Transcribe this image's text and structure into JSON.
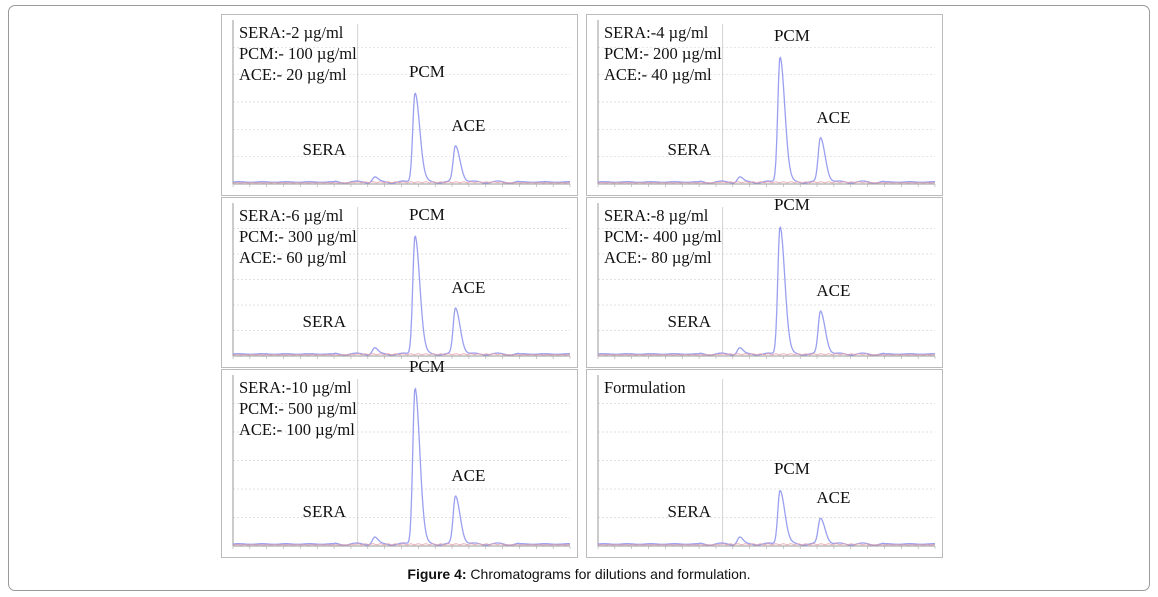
{
  "colors": {
    "trace": "#9a9ff0",
    "baseline_noise": "#e8a0a8",
    "grid": "#d8d8d8",
    "panel_border": "#bbbbbb"
  },
  "caption": {
    "label": "Figure 4:",
    "text": " Chromatograms for dilutions and formulation."
  },
  "chart_data": [
    {
      "type": "line",
      "conditions": [
        "SERA:-2 µg/ml",
        "PCM:- 100 µg/ml",
        "ACE:- 20 µg/ml"
      ],
      "peaks": [
        {
          "name": "SERA",
          "rt": 0.42,
          "height": 0.03
        },
        {
          "name": "PCM",
          "rt": 0.54,
          "height": 0.55
        },
        {
          "name": "ACE",
          "rt": 0.66,
          "height": 0.22
        }
      ]
    },
    {
      "type": "line",
      "conditions": [
        "SERA:-4 µg/ml",
        "PCM:- 200 µg/ml",
        "ACE:- 40 µg/ml"
      ],
      "peaks": [
        {
          "name": "SERA",
          "rt": 0.42,
          "height": 0.03
        },
        {
          "name": "PCM",
          "rt": 0.54,
          "height": 0.77
        },
        {
          "name": "ACE",
          "rt": 0.66,
          "height": 0.27
        }
      ]
    },
    {
      "type": "line",
      "conditions": [
        "SERA:-6 µg/ml",
        "PCM:- 300 µg/ml",
        "ACE:- 60 µg/ml"
      ],
      "peaks": [
        {
          "name": "SERA",
          "rt": 0.42,
          "height": 0.04
        },
        {
          "name": "PCM",
          "rt": 0.54,
          "height": 0.78
        },
        {
          "name": "ACE",
          "rt": 0.66,
          "height": 0.3
        }
      ]
    },
    {
      "type": "line",
      "conditions": [
        "SERA:-8 µg/ml",
        "PCM:- 400 µg/ml",
        "ACE:- 80 µg/ml"
      ],
      "peaks": [
        {
          "name": "SERA",
          "rt": 0.42,
          "height": 0.04
        },
        {
          "name": "PCM",
          "rt": 0.54,
          "height": 0.84
        },
        {
          "name": "ACE",
          "rt": 0.66,
          "height": 0.28
        }
      ]
    },
    {
      "type": "line",
      "conditions": [
        "SERA:-10 µg/ml",
        "PCM:- 500 µg/ml",
        "ACE:- 100 µg/ml"
      ],
      "peaks": [
        {
          "name": "SERA",
          "rt": 0.42,
          "height": 0.04
        },
        {
          "name": "PCM",
          "rt": 0.54,
          "height": 0.92
        },
        {
          "name": "ACE",
          "rt": 0.66,
          "height": 0.28
        }
      ]
    },
    {
      "type": "line",
      "conditions": [
        "Formulation"
      ],
      "peaks": [
        {
          "name": "SERA",
          "rt": 0.42,
          "height": 0.04
        },
        {
          "name": "PCM",
          "rt": 0.54,
          "height": 0.32
        },
        {
          "name": "ACE",
          "rt": 0.66,
          "height": 0.15
        }
      ]
    }
  ]
}
